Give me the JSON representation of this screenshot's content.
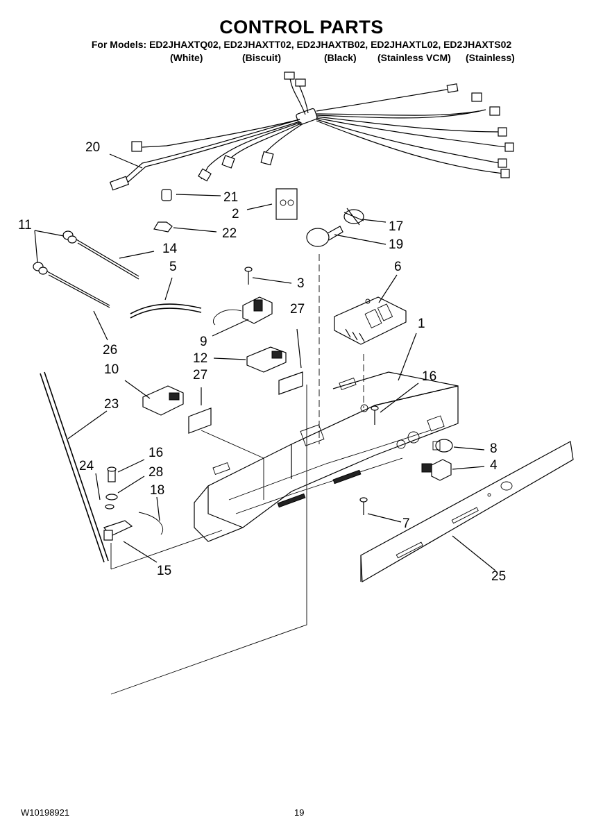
{
  "header": {
    "title": "CONTROL PARTS",
    "models_line": "For Models: ED2JHAXTQ02, ED2JHAXTT02, ED2JHAXTB02, ED2JHAXTL02, ED2JHAXTS02",
    "colors": [
      "(White)",
      "(Biscuit)",
      "(Black)",
      "(Stainless VCM)",
      "(Stainless)"
    ]
  },
  "callouts": [
    "20",
    "21",
    "2",
    "22",
    "17",
    "19",
    "11",
    "14",
    "5",
    "3",
    "6",
    "27",
    "1",
    "26",
    "9",
    "12",
    "10",
    "27",
    "16",
    "23",
    "8",
    "4",
    "24",
    "16",
    "28",
    "18",
    "7",
    "15",
    "25"
  ],
  "footer": {
    "doc_number": "W10198921",
    "page_number": "19"
  }
}
